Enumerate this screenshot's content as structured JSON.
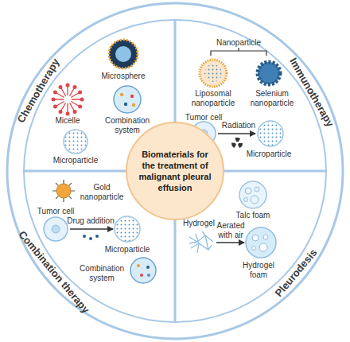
{
  "diagram": {
    "nodes": [
      {
        "text": [
          "Biomaterials for the treatment of malignant pleural effusion"
        ]
      },
      {
        "text": [
          "Chemotherapy"
        ]
      },
      {
        "text": [
          "Immunotherapy"
        ]
      },
      {
        "text": [
          "Combination therapy"
        ]
      },
      {
        "text": [
          "Pleurodesis"
        ]
      }
    ],
    "labels": [
      "Microsphere",
      "Micelle",
      "Combination system",
      "Microparticle",
      "Nanoparticle",
      "Liposomal nanoparticle",
      "Selenium nanoparticle",
      "Tumor cell",
      "Radiation",
      "Microparticle",
      "Gold nanoparticle",
      "Tumor cell",
      "Drug addition",
      "Microparticle",
      "Combination system",
      "Talc foam",
      "Hydrogel",
      "Aerated with air",
      "Hydrogel foam"
    ]
  }
}
